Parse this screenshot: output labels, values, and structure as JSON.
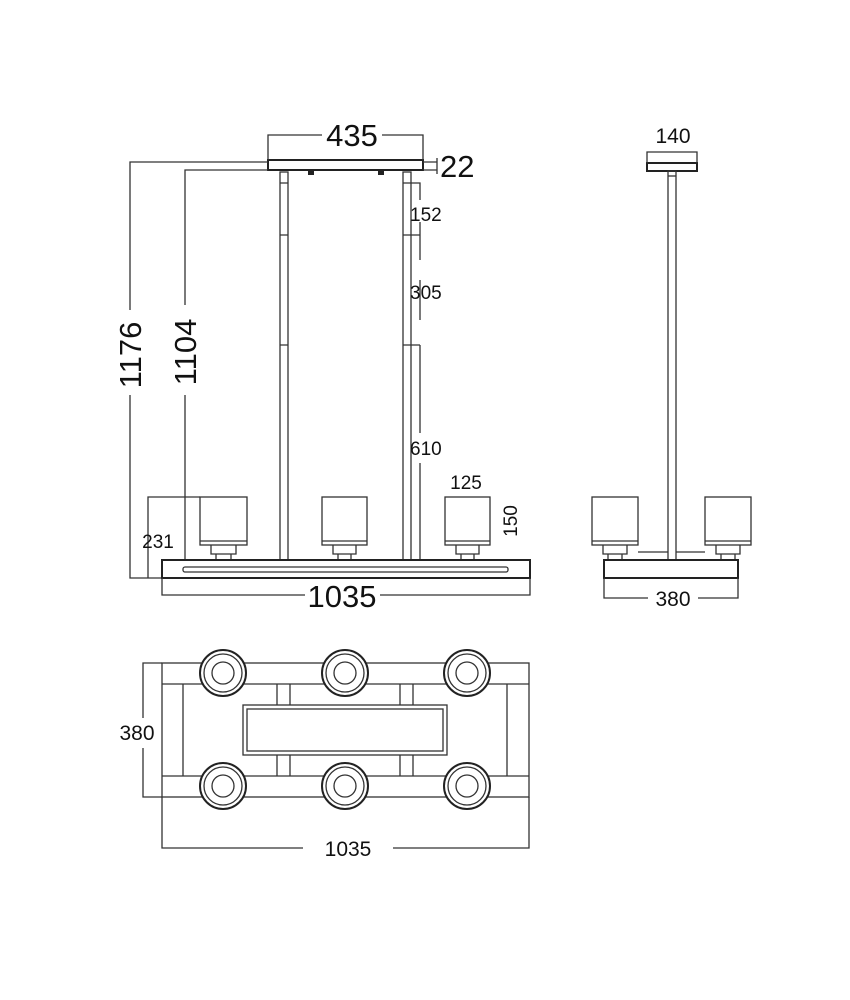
{
  "front_view": {
    "canopy_width": "435",
    "canopy_height": "22",
    "overall_height": "1176",
    "drop_height": "1104",
    "rod_segment_1": "152",
    "rod_segment_2": "305",
    "rod_segment_3": "610",
    "shade_width": "125",
    "shade_height": "150",
    "body_height": "231",
    "length": "1035"
  },
  "side_view": {
    "canopy_width": "140",
    "width": "380"
  },
  "top_view": {
    "width": "380",
    "length": "1035"
  }
}
